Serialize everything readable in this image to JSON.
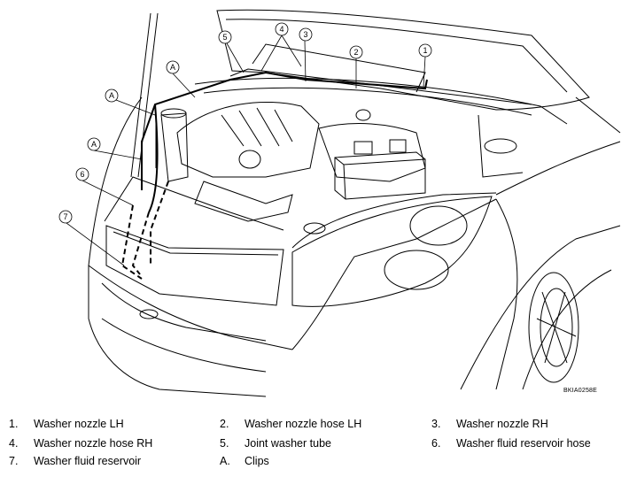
{
  "callouts": {
    "c1": "1",
    "c2": "2",
    "c3": "3",
    "c4": "4",
    "c5": "5",
    "c6": "6",
    "c7": "7",
    "a1": "A",
    "a2": "A",
    "a3": "A"
  },
  "figure_code": "BKIA0258E",
  "legend": [
    [
      {
        "num": "1.",
        "label": "Washer nozzle LH"
      },
      {
        "num": "2.",
        "label": "Washer nozzle hose LH"
      },
      {
        "num": "3.",
        "label": "Washer nozzle RH"
      }
    ],
    [
      {
        "num": "4.",
        "label": "Washer nozzle hose RH"
      },
      {
        "num": "5.",
        "label": "Joint washer tube"
      },
      {
        "num": "6.",
        "label": "Washer fluid reservoir hose"
      }
    ],
    [
      {
        "num": "7.",
        "label": "Washer fluid reservoir"
      },
      {
        "num": "A.",
        "label": "Clips"
      }
    ]
  ]
}
